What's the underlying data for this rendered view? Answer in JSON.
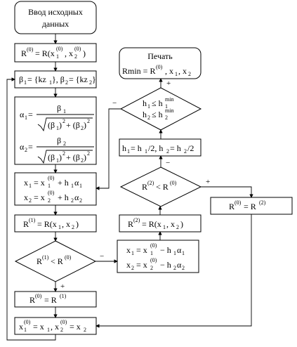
{
  "nodes": {
    "start": [
      "Ввод исходных",
      "данных"
    ],
    "r0_init": "R(0) = R(x1(0), x2(0))",
    "beta": "β1 = {kz1}, β2 = {kz2}",
    "alpha_1": "α1 = β1 / √((β1)² + (β2)²)",
    "alpha_2": "α2 = β2 / √((β1)² + (β2)²)",
    "step_fwd_1": "x1 = x1(0) + h1α1",
    "step_fwd_2": "x2 = x2(0) + h2α2",
    "r1_eval": "R(1) = R(x1, x2)",
    "cmp_r1": "R(1) < R(0)",
    "assign_r1": "R(0) = R(1)",
    "update_x": "x1(0) = x1, x2(0) = x2",
    "step_back_1": "x1 = x1(0) − h1α1",
    "step_back_2": "x2 = x2(0) − h2α2",
    "r2_eval": "R(2) = R(x1, x2)",
    "cmp_r2": "R(2) < R(0)",
    "assign_r2": "R(0) = R(2)",
    "halve_h": "h1 = h1/2, h2 = h2/2",
    "check_h_1": "h1 ≤ h1min",
    "check_h_2": "h2 ≤ h2min",
    "print_title": "Печать",
    "print_body": "Rmin = R(0), x1, x2"
  },
  "labels": {
    "plus": "+",
    "minus": "−"
  }
}
